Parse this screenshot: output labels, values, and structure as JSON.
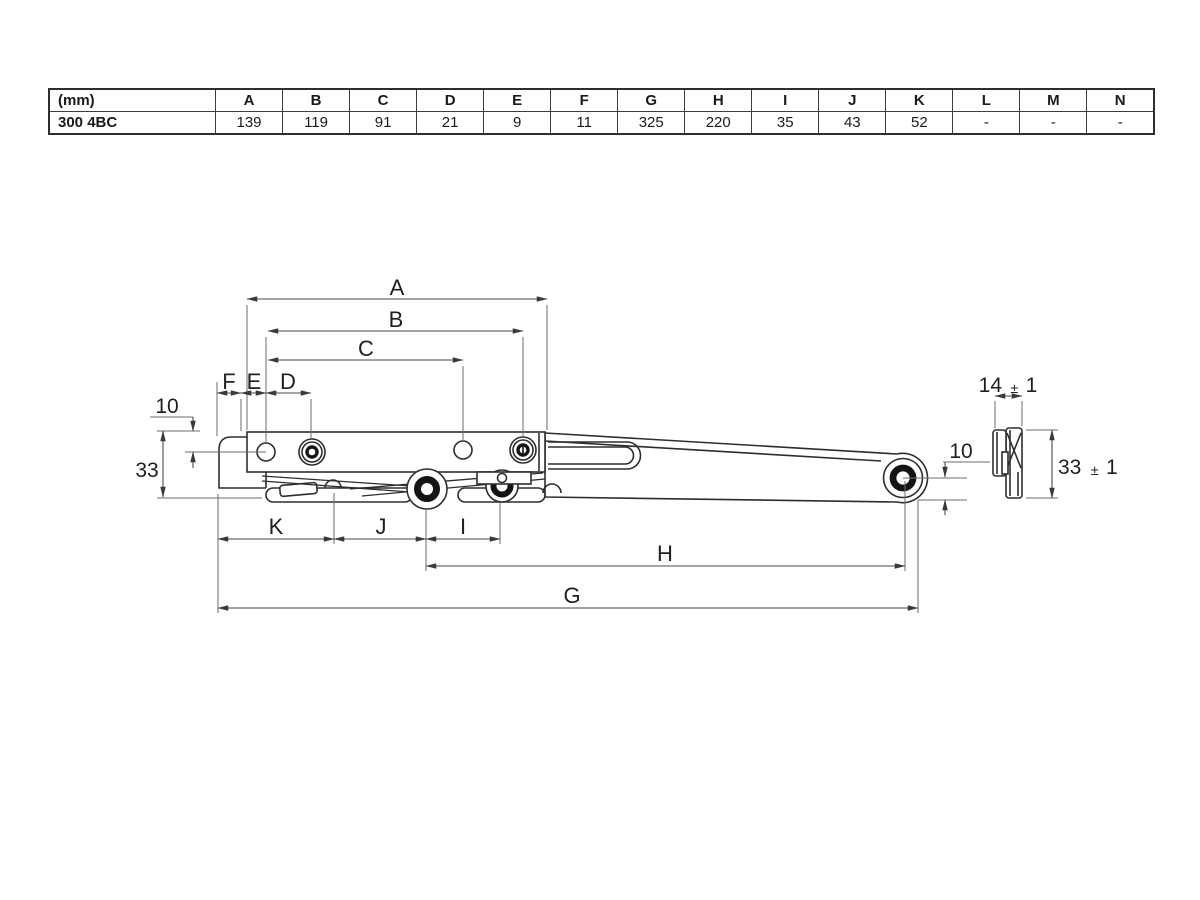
{
  "colors": {
    "ink": "#1f1f1f",
    "part_line": "#2e2e2e",
    "dim_line": "#4a4a4a",
    "background": "#ffffff"
  },
  "table": {
    "unit_label": "(mm)",
    "model": "300 4BC",
    "columns": [
      "A",
      "B",
      "C",
      "D",
      "E",
      "F",
      "G",
      "H",
      "I",
      "J",
      "K",
      "L",
      "M",
      "N"
    ],
    "values": [
      "139",
      "119",
      "91",
      "21",
      "9",
      "11",
      "325",
      "220",
      "35",
      "43",
      "52",
      "-",
      "-",
      "-"
    ]
  },
  "dims": {
    "a": "A",
    "b": "B",
    "c": "C",
    "d": "D",
    "e": "E",
    "f": "F",
    "g": "G",
    "h": "H",
    "i": "I",
    "j": "J",
    "k": "K"
  },
  "measures": {
    "left_hole_offset": "10",
    "left_height": "33",
    "right_pivot_offset": "10",
    "detail_width": "14",
    "detail_width_pm": "±",
    "detail_width_tol": "1",
    "detail_height": "33",
    "detail_height_pm": "±",
    "detail_height_tol": "1"
  }
}
